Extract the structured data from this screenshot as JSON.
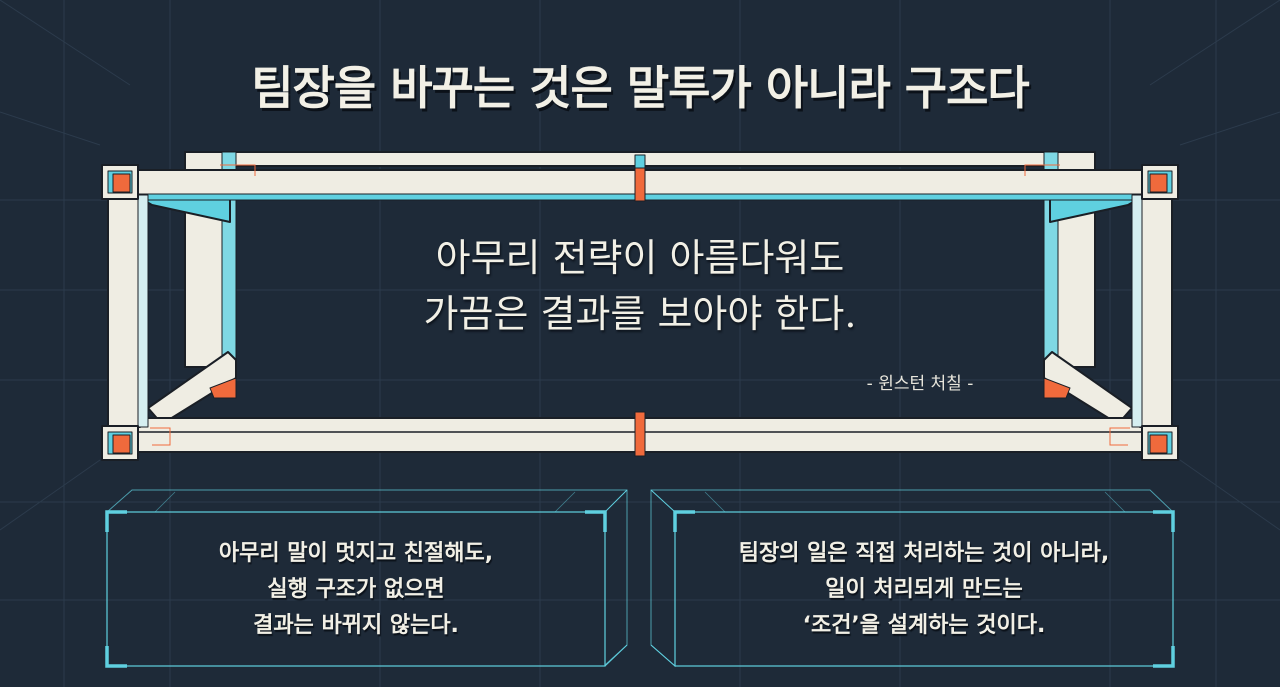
{
  "title": "팀장을 바꾸는 것은 말투가 아니라 구조다",
  "quote": {
    "lines": [
      "아무리 전략이 아름다워도",
      "가끔은 결과를 보아야 한다."
    ],
    "attribution": "- 윈스턴 처칠 -"
  },
  "boxes": [
    {
      "lines": [
        "아무리 말이 멋지고 친절해도,",
        "실행 구조가 없으면",
        "결과는 바뀌지 않는다."
      ]
    },
    {
      "lines": [
        "팀장의 일은 직접 처리하는 것이 아니라,",
        "일이 처리되게 만드는",
        "‘조건’을 설계하는 것이다."
      ]
    }
  ],
  "colors": {
    "background": "#1e2a38",
    "grid": "#2c3b4c",
    "beam": "#efede3",
    "cyan": "#5fd0e0",
    "orange": "#f06a3c",
    "outline": "#1a1f26",
    "text": "#f2f0e6"
  }
}
